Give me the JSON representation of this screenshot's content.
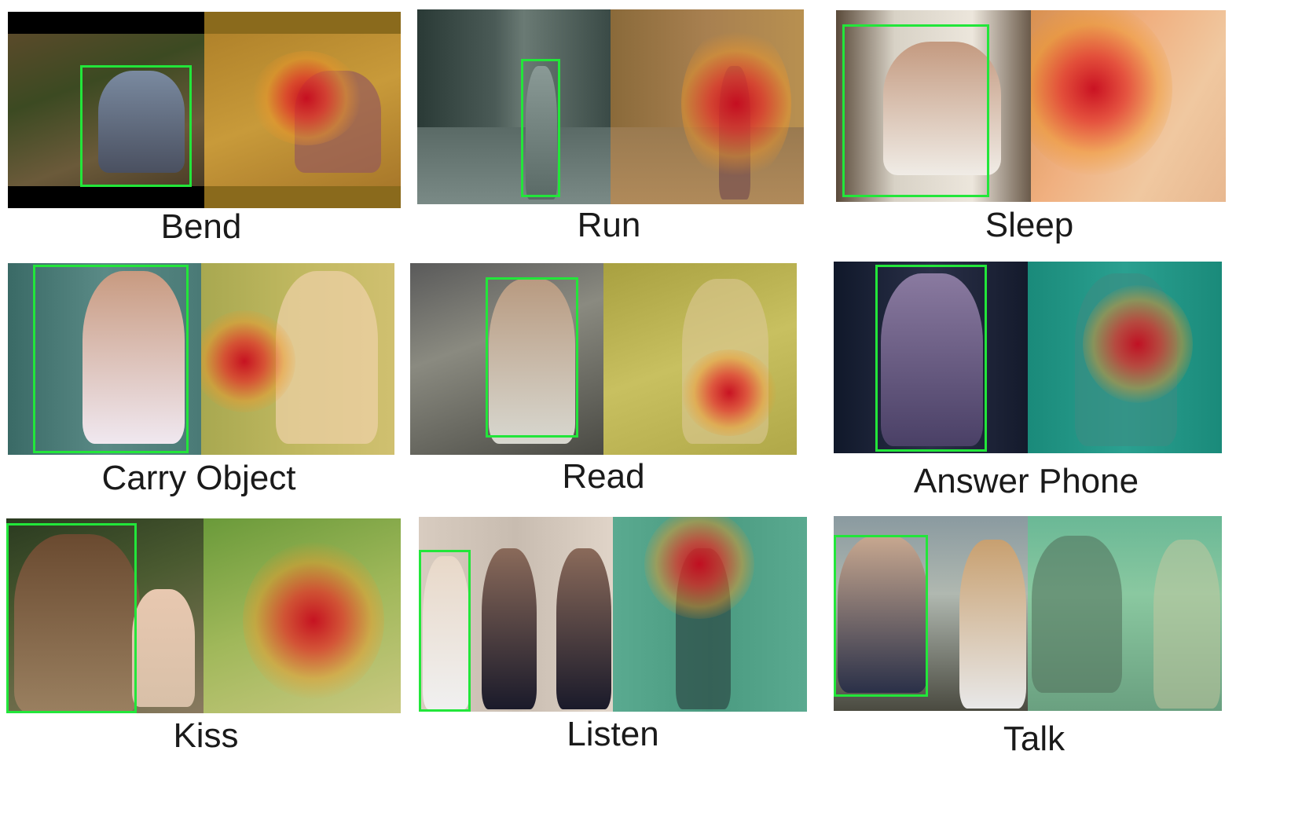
{
  "actions": [
    {
      "id": "bend",
      "label": "Bend"
    },
    {
      "id": "run",
      "label": "Run"
    },
    {
      "id": "sleep",
      "label": "Sleep"
    },
    {
      "id": "carry-object",
      "label": "Carry Object"
    },
    {
      "id": "read",
      "label": "Read"
    },
    {
      "id": "answer-phone",
      "label": "Answer Phone"
    },
    {
      "id": "kiss",
      "label": "Kiss"
    },
    {
      "id": "listen",
      "label": "Listen"
    },
    {
      "id": "talk",
      "label": "Talk"
    }
  ],
  "colors": {
    "bounding_box": "#22e63a",
    "heat_hot": "#c80a1e",
    "heat_warm": "#f0c83c",
    "heat_cool": "#3cb496"
  }
}
